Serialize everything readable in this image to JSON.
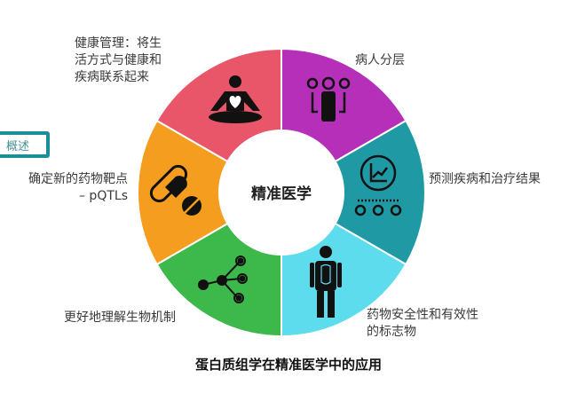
{
  "tab_label": "概述",
  "center_title": "精准医学",
  "caption": "蛋白质组学在精准医学中的应用",
  "segments": [
    {
      "label": "病人分层",
      "color": "#b52fb9",
      "icon": "people-group-icon"
    },
    {
      "label": "预测疾病和治疗结果",
      "color": "#1f9aa4",
      "icon": "prediction-chart-icon"
    },
    {
      "label": "药物安全性和有效性\n的标志物",
      "color": "#5cdcec",
      "icon": "human-body-organs-icon"
    },
    {
      "label": "更好地理解生物机制",
      "color": "#3db84b",
      "icon": "network-nodes-icon"
    },
    {
      "label": "确定新的药物靶点\n– pQTLs",
      "color": "#f59d1e",
      "icon": "pill-capsule-icon"
    },
    {
      "label": "健康管理：将生\n活方式与健康和\n疾病联系起来",
      "color": "#e9566a",
      "icon": "meditation-heart-icon"
    }
  ]
}
